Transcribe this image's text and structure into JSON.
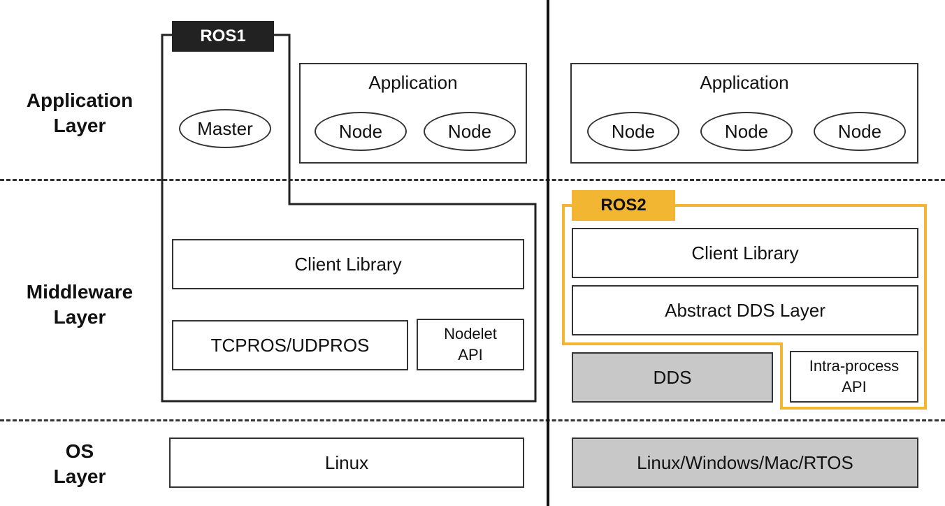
{
  "layers": {
    "application": "Application\nLayer",
    "middleware": "Middleware\nLayer",
    "os": "OS\nLayer"
  },
  "ros1": {
    "tag": "ROS1",
    "master": "Master",
    "application": {
      "title": "Application",
      "nodes": [
        "Node",
        "Node"
      ]
    },
    "client_library": "Client Library",
    "transport": "TCPROS/UDPROS",
    "nodelet_api": "Nodelet\nAPI",
    "os": "Linux"
  },
  "ros2": {
    "tag": "ROS2",
    "application": {
      "title": "Application",
      "nodes": [
        "Node",
        "Node",
        "Node"
      ]
    },
    "client_library": "Client Library",
    "abstract_dds": "Abstract DDS Layer",
    "dds": "DDS",
    "intra_process_api": "Intra-process\nAPI",
    "os": "Linux/Windows/Mac/RTOS"
  },
  "colors": {
    "ros1_outline": "#222222",
    "ros2_outline": "#f2b632",
    "gray_fill": "#c8c8c8"
  }
}
